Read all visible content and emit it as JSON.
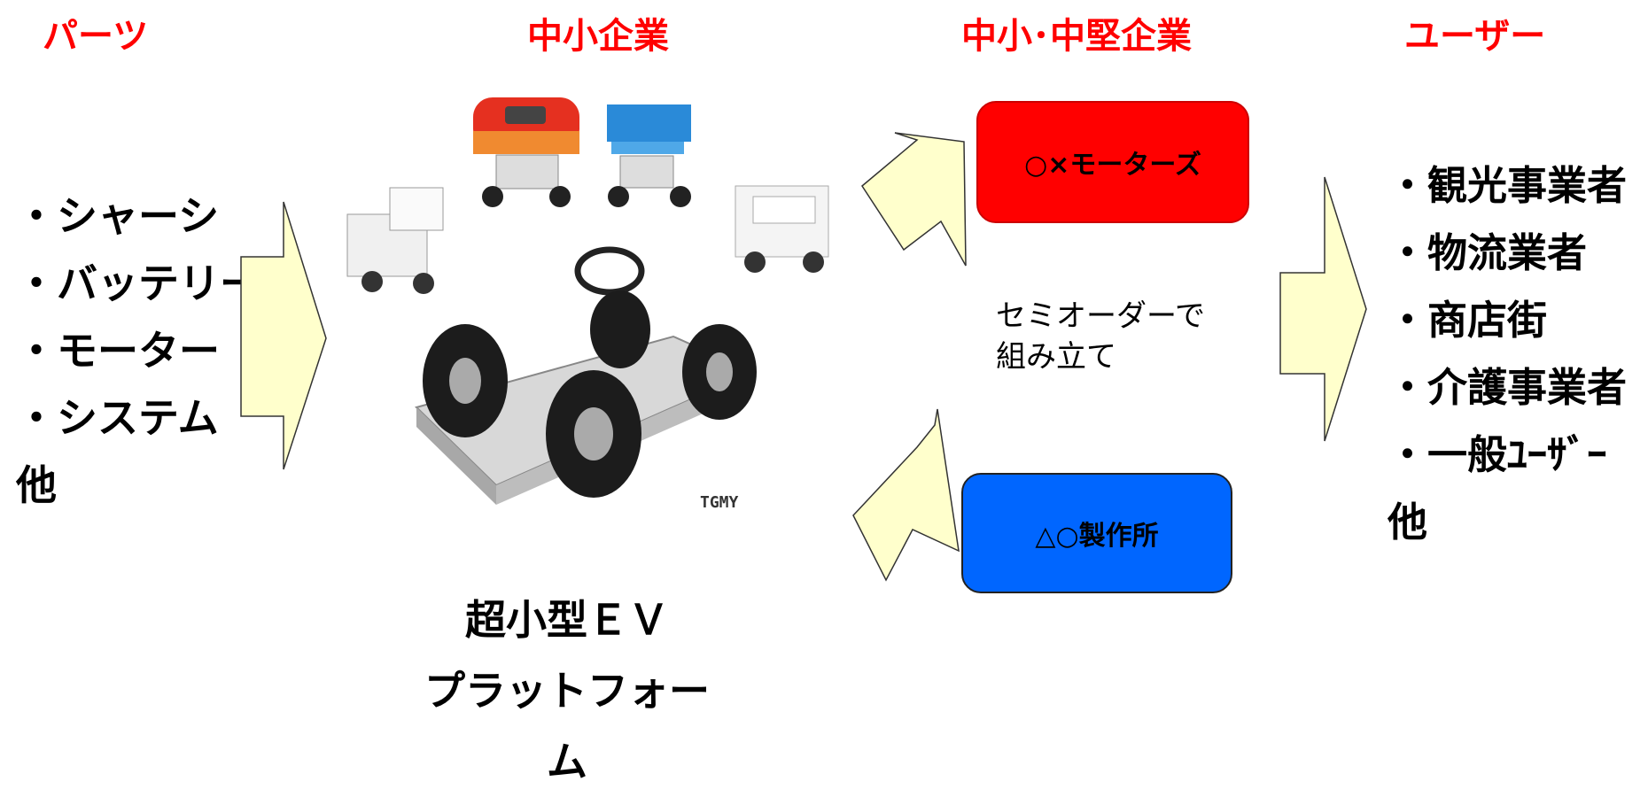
{
  "headers": {
    "parts": "パーツ",
    "sme": "中小企業",
    "mid": "中小･中堅企業",
    "users": "ユーザー"
  },
  "parts_list": [
    "・シャーシ",
    "・バッテリー",
    "・モーター",
    "・システム",
    "他"
  ],
  "users_list": [
    "・観光事業者",
    "・物流業者",
    "・商店街",
    "・介護事業者",
    "・一般ﾕｰｻﾞｰ",
    "他"
  ],
  "company_a": "○×モーターズ",
  "company_b": "△○製作所",
  "semi_order": [
    "セミオーダーで",
    "組み立て"
  ],
  "platform_title": [
    "超小型ＥＶ",
    "プラットフォーム"
  ],
  "chassis_logo": "TGMY",
  "colors": {
    "header": "#ff0000",
    "arrow_fill": "#ffffcc",
    "company_a_fill": "#ff0000",
    "company_b_fill": "#0066ff"
  },
  "icons": [
    "ev-chassis-icon",
    "red-cabin-car-icon",
    "blue-pickup-icon",
    "white-pickup-icon",
    "white-cart-icon"
  ]
}
